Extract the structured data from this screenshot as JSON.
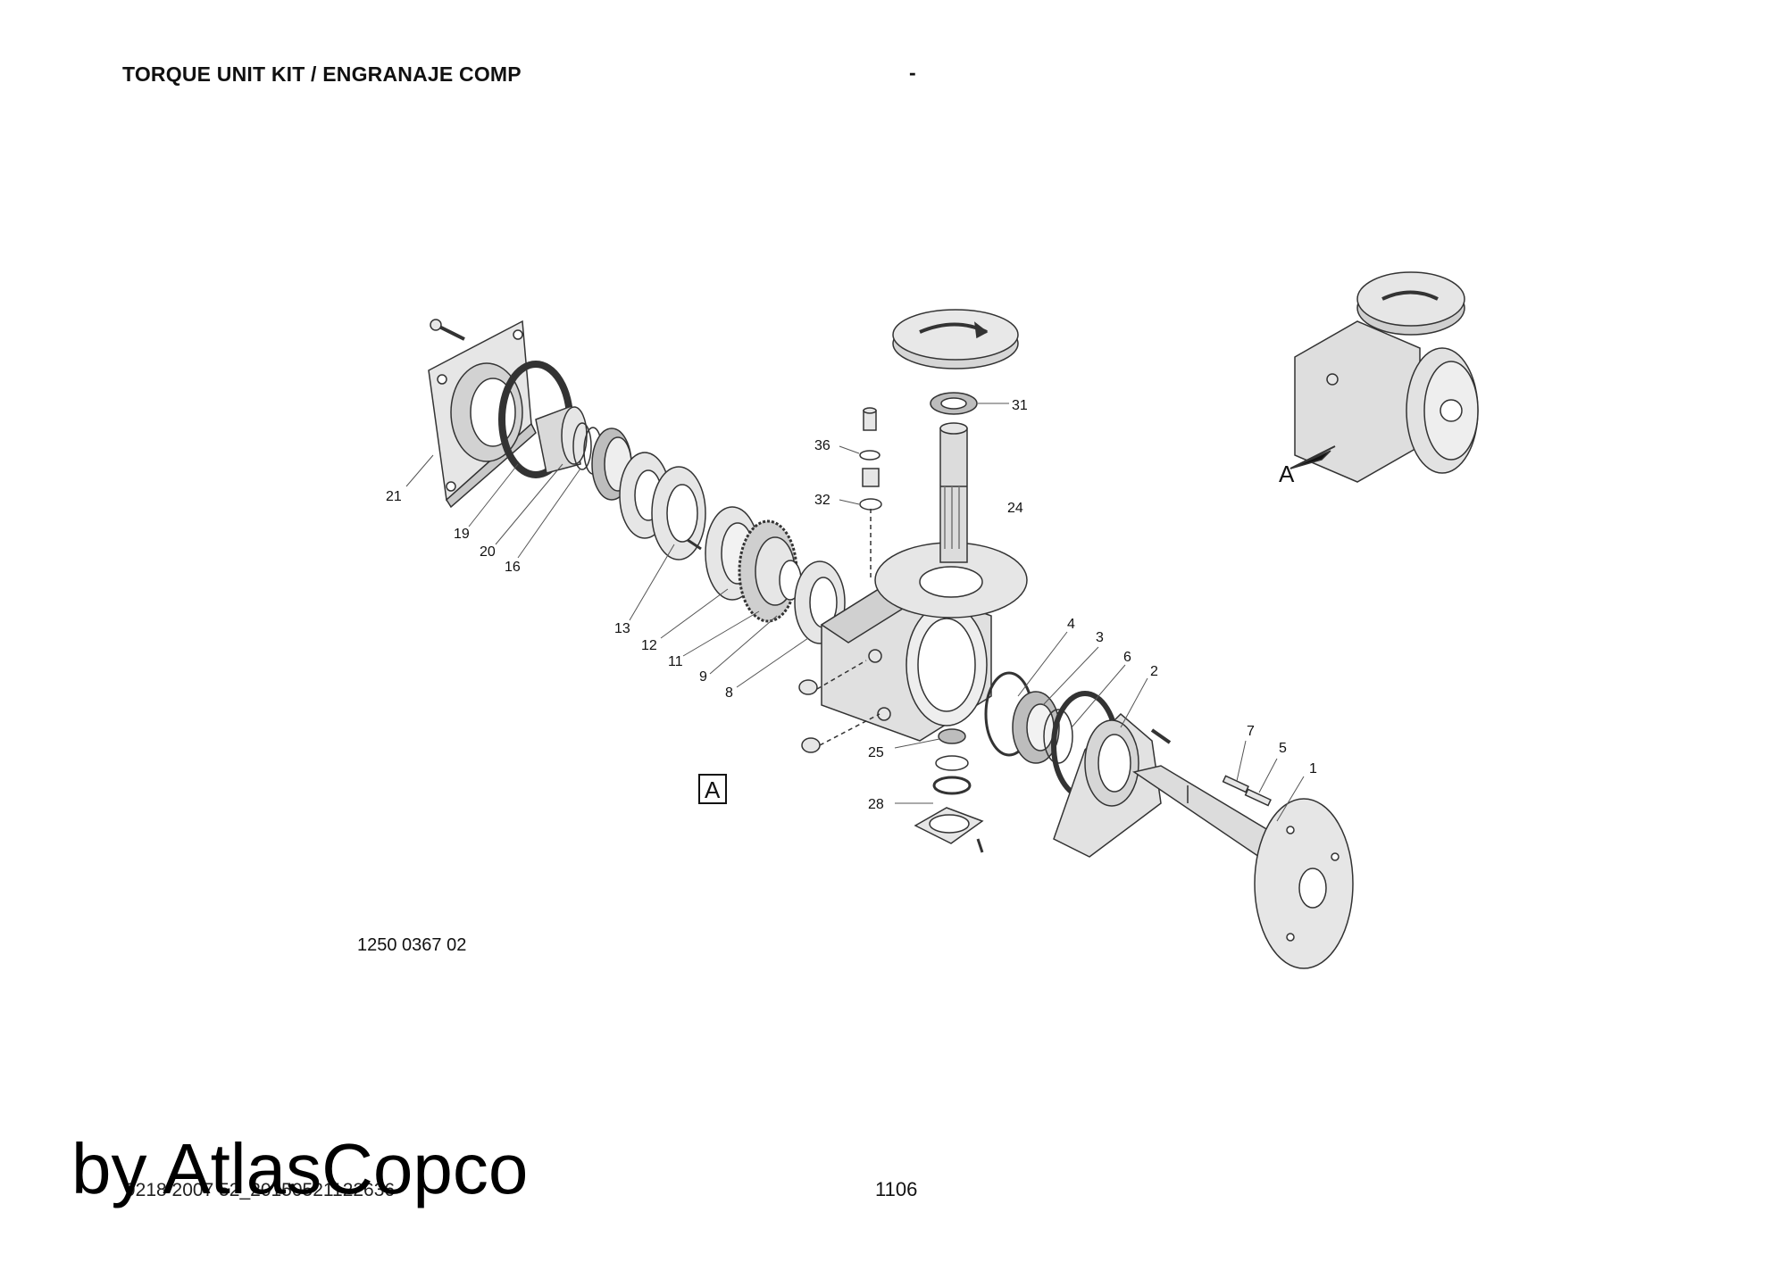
{
  "header": {
    "title": "TORQUE UNIT KIT / ENGRANAJE COMP",
    "dash": "-"
  },
  "diagram": {
    "reference_number": "1250 0367 02",
    "view_label": "A",
    "view_box_label": "A",
    "callouts": [
      "21",
      "19",
      "20",
      "16",
      "13",
      "12",
      "11",
      "9",
      "8",
      "36",
      "32",
      "31",
      "24",
      "4",
      "3",
      "6",
      "2",
      "7",
      "5",
      "1",
      "25",
      "28"
    ]
  },
  "footer": {
    "watermark": "by AtlasCopco",
    "document_code": "9218 2007 52_20150521122636",
    "page_number": "1106"
  },
  "colors": {
    "part_fill": "#e6e6e6",
    "part_shade": "#c8c8c8",
    "line": "#333333"
  }
}
